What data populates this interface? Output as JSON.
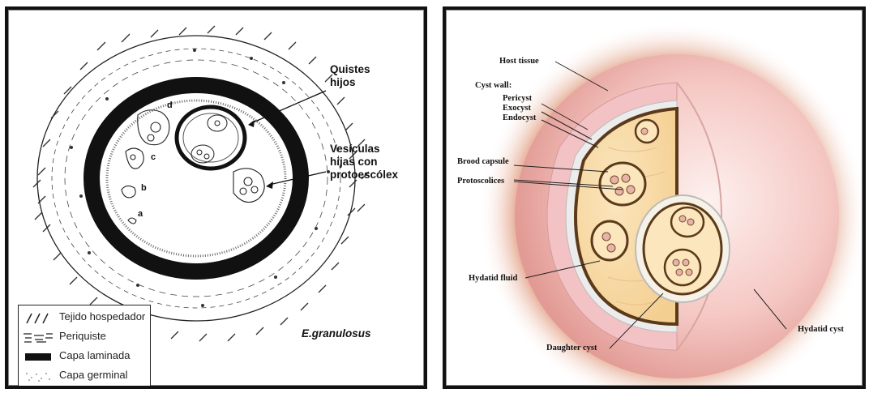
{
  "left_figure": {
    "labels": {
      "daughter_cysts": [
        "Quistes",
        "hijos"
      ],
      "brood_vesicles": [
        "Vesículas",
        "hijas con",
        "protoescólex"
      ],
      "stage_letters": [
        "d",
        "c",
        "b",
        "a"
      ]
    },
    "legend": [
      {
        "icon": "host-tissue-hatch",
        "label": "Tejido hospedador"
      },
      {
        "icon": "pericyst-dashes",
        "label": "Periquiste"
      },
      {
        "icon": "laminated-layer-bar",
        "label": "Capa laminada"
      },
      {
        "icon": "germinal-layer-dots",
        "label": "Capa germinal"
      }
    ],
    "species": "E.granulosus"
  },
  "right_figure": {
    "labels": {
      "host_tissue": "Host tissue",
      "cyst_wall": "Cyst wall:",
      "pericyst": "Pericyst",
      "exocyst": "Exocyst",
      "endocyst": "Endocyst",
      "brood_capsule": "Brood capsule",
      "protoscolices": "Protoscolices",
      "hydatid_fluid": "Hydatid fluid",
      "daughter_cyst": "Daughter cyst",
      "hydatid_cyst": "Hydatid cyst"
    },
    "colors": {
      "host_glow": "#c0532f",
      "pericyst": "#f2c2c4",
      "exocyst": "#e8e8e8",
      "endocyst": "#5b3a1a",
      "fluid": "#f8dca8",
      "cyst_surface": "#f7d0cc"
    }
  }
}
